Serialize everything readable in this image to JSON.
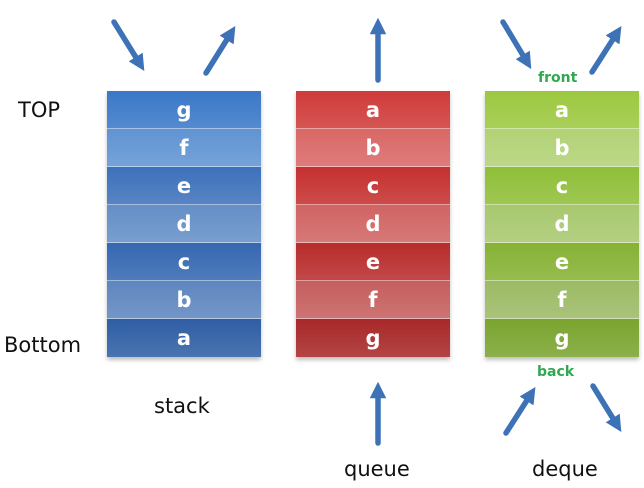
{
  "labels": {
    "top": "TOP",
    "bottom": "Bottom",
    "front": "front",
    "back": "back"
  },
  "columns": [
    {
      "key": "stack",
      "caption": "stack",
      "cells": [
        "g",
        "f",
        "e",
        "d",
        "c",
        "b",
        "a"
      ],
      "colors": [
        "#3a78c8",
        "#6094d2",
        "#3d71bb",
        "#648fc7",
        "#3567b1",
        "#5e86bf",
        "#2f5ea4"
      ]
    },
    {
      "key": "queue",
      "caption": "queue",
      "cells": [
        "a",
        "b",
        "c",
        "d",
        "e",
        "f",
        "g"
      ],
      "colors": [
        "#cf3b39",
        "#d96866",
        "#c5302f",
        "#d06463",
        "#b82c2b",
        "#c55e5e",
        "#a82828"
      ]
    },
    {
      "key": "deque",
      "caption": "deque",
      "cells": [
        "a",
        "b",
        "c",
        "d",
        "e",
        "f",
        "g"
      ],
      "colors": [
        "#9cc83f",
        "#b2d275",
        "#8fbf38",
        "#a8c86f",
        "#86b234",
        "#9cba65",
        "#7aa42f"
      ]
    }
  ],
  "arrow_color": "#3d73b6"
}
